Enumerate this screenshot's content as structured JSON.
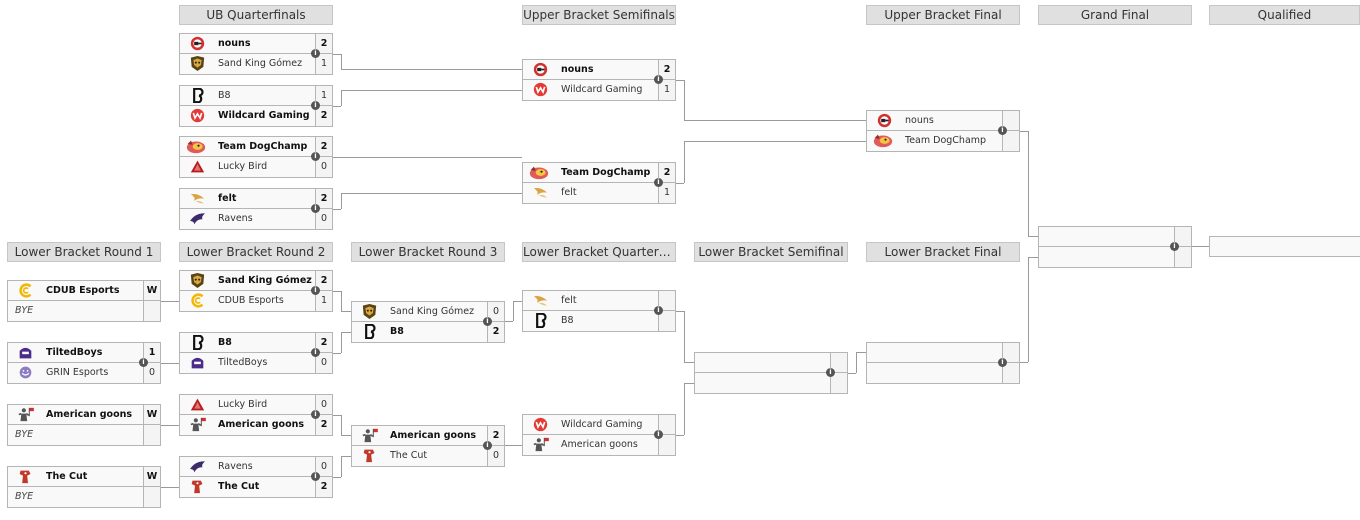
{
  "rounds": {
    "ub_qf": "UB Quarterfinals",
    "ub_sf": "Upper Bracket Semifinals",
    "ub_f": "Upper Bracket Final",
    "gf": "Grand Final",
    "qualified": "Qualified",
    "lb_r1": "Lower Bracket Round 1",
    "lb_r2": "Lower Bracket Round 2",
    "lb_r3": "Lower Bracket Round 3",
    "lb_qf": "Lower Bracket Quarterfinals",
    "lb_sf": "Lower Bracket Semifinal",
    "lb_f": "Lower Bracket Final"
  },
  "info_glyph": "i",
  "matches": {
    "ubqf1": {
      "t1": {
        "name": "nouns",
        "score": "2"
      },
      "t2": {
        "name": "Sand King Gómez",
        "score": "1"
      }
    },
    "ubqf2": {
      "t1": {
        "name": "B8",
        "score": "1"
      },
      "t2": {
        "name": "Wildcard Gaming",
        "score": "2"
      }
    },
    "ubqf3": {
      "t1": {
        "name": "Team DogChamp",
        "score": "2"
      },
      "t2": {
        "name": "Lucky Bird",
        "score": "0"
      }
    },
    "ubqf4": {
      "t1": {
        "name": "felt",
        "score": "2"
      },
      "t2": {
        "name": "Ravens",
        "score": "0"
      }
    },
    "ubsf1": {
      "t1": {
        "name": "nouns",
        "score": "2"
      },
      "t2": {
        "name": "Wildcard Gaming",
        "score": "1"
      }
    },
    "ubsf2": {
      "t1": {
        "name": "Team DogChamp",
        "score": "2"
      },
      "t2": {
        "name": "felt",
        "score": "1"
      }
    },
    "ubf": {
      "t1": {
        "name": "nouns",
        "score": ""
      },
      "t2": {
        "name": "Team DogChamp",
        "score": ""
      }
    },
    "lbr1_1": {
      "t1": {
        "name": "CDUB Esports",
        "score": "W"
      },
      "t2": {
        "name": "BYE",
        "score": ""
      }
    },
    "lbr1_2": {
      "t1": {
        "name": "TiltedBoys",
        "score": "1"
      },
      "t2": {
        "name": "GRIN Esports",
        "score": "0"
      }
    },
    "lbr1_3": {
      "t1": {
        "name": "American goons",
        "score": "W"
      },
      "t2": {
        "name": "BYE",
        "score": ""
      }
    },
    "lbr1_4": {
      "t1": {
        "name": "The Cut",
        "score": "W"
      },
      "t2": {
        "name": "BYE",
        "score": ""
      }
    },
    "lbr2_1": {
      "t1": {
        "name": "Sand King Gómez",
        "score": "2"
      },
      "t2": {
        "name": "CDUB Esports",
        "score": "1"
      }
    },
    "lbr2_2": {
      "t1": {
        "name": "B8",
        "score": "2"
      },
      "t2": {
        "name": "TiltedBoys",
        "score": "0"
      }
    },
    "lbr2_3": {
      "t1": {
        "name": "Lucky Bird",
        "score": "0"
      },
      "t2": {
        "name": "American goons",
        "score": "2"
      }
    },
    "lbr2_4": {
      "t1": {
        "name": "Ravens",
        "score": "0"
      },
      "t2": {
        "name": "The Cut",
        "score": "2"
      }
    },
    "lbr3_1": {
      "t1": {
        "name": "Sand King Gómez",
        "score": "0"
      },
      "t2": {
        "name": "B8",
        "score": "2"
      }
    },
    "lbr3_2": {
      "t1": {
        "name": "American goons",
        "score": "2"
      },
      "t2": {
        "name": "The Cut",
        "score": "0"
      }
    },
    "lbqf1": {
      "t1": {
        "name": "felt",
        "score": ""
      },
      "t2": {
        "name": "B8",
        "score": ""
      }
    },
    "lbqf2": {
      "t1": {
        "name": "Wildcard Gaming",
        "score": ""
      },
      "t2": {
        "name": "American goons",
        "score": ""
      }
    }
  },
  "colors": {
    "header_bg": "#e0e0e0",
    "box_bg": "#f9f9f9",
    "border": "#b5b5b5",
    "connector": "#9a9a9a",
    "nouns_red": "#d32f2f",
    "wildcard_red": "#e53935",
    "cdub_yellow": "#f2b705",
    "dogchamp_pink": "#e05a5a",
    "felt_gold": "#d9a441",
    "ravens_purple": "#3c2a6b",
    "tilted_purple": "#4b2c8a",
    "grin_purple": "#8e7cc3",
    "the_cut_red": "#c0392b",
    "american_grey": "#555555"
  },
  "icons": {
    "nouns": "nouns-logo-icon",
    "sand_king": "sand-king-logo-icon",
    "b8": "b8-logo-icon",
    "wildcard": "wildcard-logo-icon",
    "dogchamp": "dogchamp-logo-icon",
    "lucky_bird": "lucky-bird-logo-icon",
    "felt": "felt-logo-icon",
    "ravens": "ravens-logo-icon",
    "cdub": "cdub-logo-icon",
    "tiltedboys": "tiltedboys-logo-icon",
    "grin": "grin-logo-icon",
    "american_goons": "american-goons-logo-icon",
    "the_cut": "the-cut-logo-icon",
    "info": "info-icon"
  }
}
